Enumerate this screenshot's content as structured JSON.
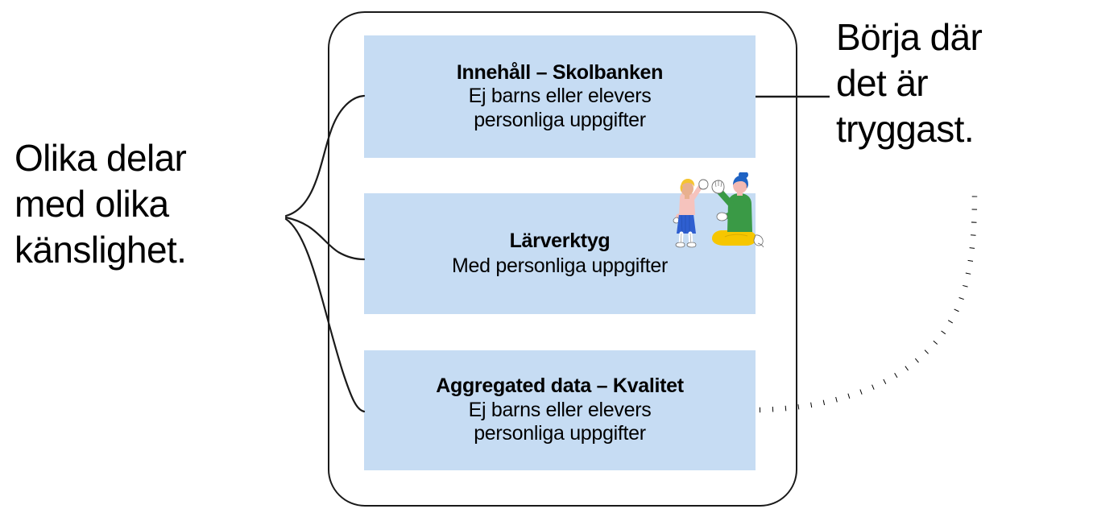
{
  "captions": {
    "left": "Olika delar\nmed olika\nkänslighet.",
    "right": "Börja där\ndet är\ntryggast."
  },
  "group": {
    "name": "data-sensitivity-group",
    "boxes": [
      {
        "id": "innehall-skolbanken",
        "title": "Innehåll – Skolbanken",
        "subtitle": "Ej barns eller elevers\npersonliga uppgifter"
      },
      {
        "id": "larverktyg",
        "title": "Lärverktyg",
        "subtitle": "Med personliga uppgifter"
      },
      {
        "id": "aggregated-data-kvalitet",
        "title": "Aggregated data – Kvalitet",
        "subtitle": "Ej barns eller elevers\npersonliga uppgifter"
      }
    ]
  },
  "connectors": {
    "brace_label": "left-brace-connector",
    "straight_label": "top-box-to-right-caption-line",
    "dotted_label": "dotted-path-to-right-caption"
  },
  "illustration": {
    "name": "high-five-child-and-adult",
    "child": {
      "hair": "#f5c431",
      "skin": "#e8b08f",
      "top": "#f6c3bd",
      "skirt": "#2f5fd0",
      "legs": "#ffffff"
    },
    "adult": {
      "hair": "#1f63c4",
      "skin": "#f3b9b2",
      "sweater": "#3a9a46",
      "pants": "#f6c600",
      "socks": "#ffffff"
    }
  },
  "colors": {
    "box_fill": "#c6dcf3",
    "outline": "#1a1a1a",
    "text": "#000000",
    "background": "#ffffff"
  }
}
